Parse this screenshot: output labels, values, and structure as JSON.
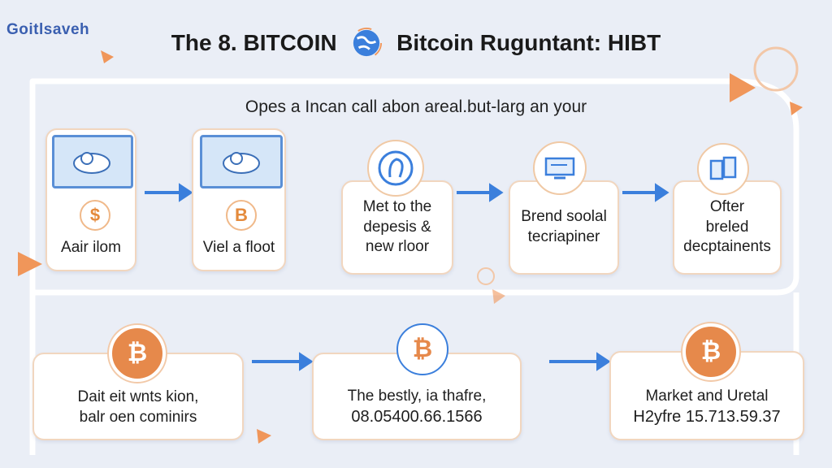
{
  "header": {
    "logo_text": "Goitlsaveh",
    "title_left": "The 8. BITCOIN",
    "title_right": "Bitcoin Ruguntant: HIBT"
  },
  "subtitle": "Opes a Incan call abon areal.but-larg an your",
  "row1": [
    {
      "label": "Aair ilom",
      "icon": "monitor-icon",
      "coin": "$"
    },
    {
      "label": "Viel a floot",
      "icon": "monitor-icon",
      "coin": "B"
    },
    {
      "label": "Met to the\ndepesis &\nnew rloor",
      "icon": "head-icon"
    },
    {
      "label": "Brend soolal\ntecriapiner",
      "icon": "device-icon"
    },
    {
      "label": "Ofter\nbreled\ndecptainents",
      "icon": "documents-icon"
    }
  ],
  "row2": [
    {
      "label": "Dait eit wnts kion,\nbalr oen cominirs",
      "coin": "₿"
    },
    {
      "label": "The bestly, ia thafre,",
      "value": "08.05400.66.1566",
      "coin": "₿"
    },
    {
      "label": "Market and Uretal",
      "value": "H2yfre 15.713.59.37",
      "coin": "₿"
    }
  ],
  "colors": {
    "accent_blue": "#3b7fdc",
    "accent_orange": "#e6894b",
    "background": "#eaeef6"
  }
}
